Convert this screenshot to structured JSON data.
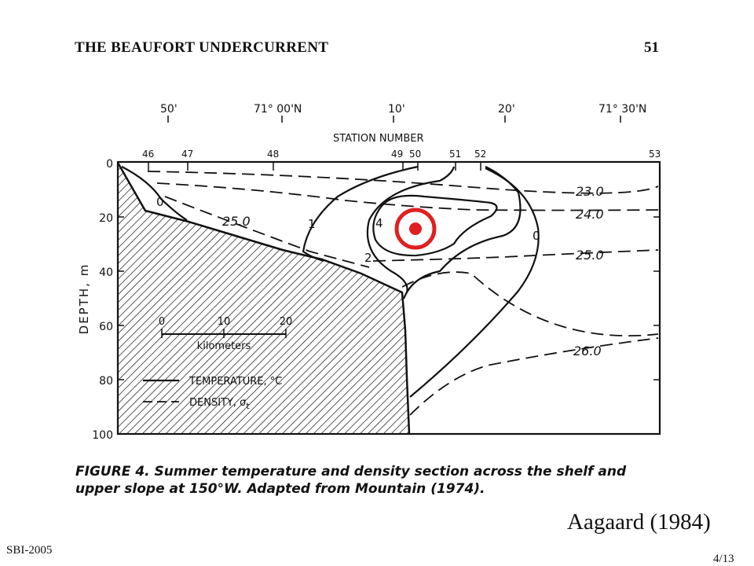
{
  "header": {
    "title": "THE BEAUFORT UNDERCURRENT",
    "page_number": "51"
  },
  "figure": {
    "top_axis_ticks": [
      "50'",
      "71° 00'N",
      "10'",
      "20'",
      "71° 30'N"
    ],
    "station_axis_label": "STATION NUMBER",
    "stations": [
      "46",
      "47",
      "48",
      "49",
      "50",
      "51",
      "52",
      "53"
    ],
    "y_axis_label": "DEPTH, m",
    "y_ticks": [
      "0",
      "20",
      "40",
      "60",
      "80",
      "100"
    ],
    "density_labels": [
      "25.0",
      "23.0",
      "24.0",
      "25.0",
      "26.0"
    ],
    "temperature_labels": [
      "0",
      "1",
      "4",
      "2",
      "0"
    ],
    "scale_ticks": [
      "0",
      "10",
      "20"
    ],
    "scale_unit": "kilometers",
    "legend": {
      "temperature": "TEMPERATURE, °C",
      "density": "DENSITY, σ",
      "density_subscript": "t"
    },
    "marker": {
      "color": "#e02020"
    }
  },
  "caption": {
    "line1": "FIGURE 4.  Summer temperature and density section across the shelf and",
    "line2": "upper slope at 150°W.  Adapted from Mountain (1974)."
  },
  "citation": "Aagaard (1984)",
  "footer": {
    "left": "SBI-2005",
    "right": "4/13"
  }
}
